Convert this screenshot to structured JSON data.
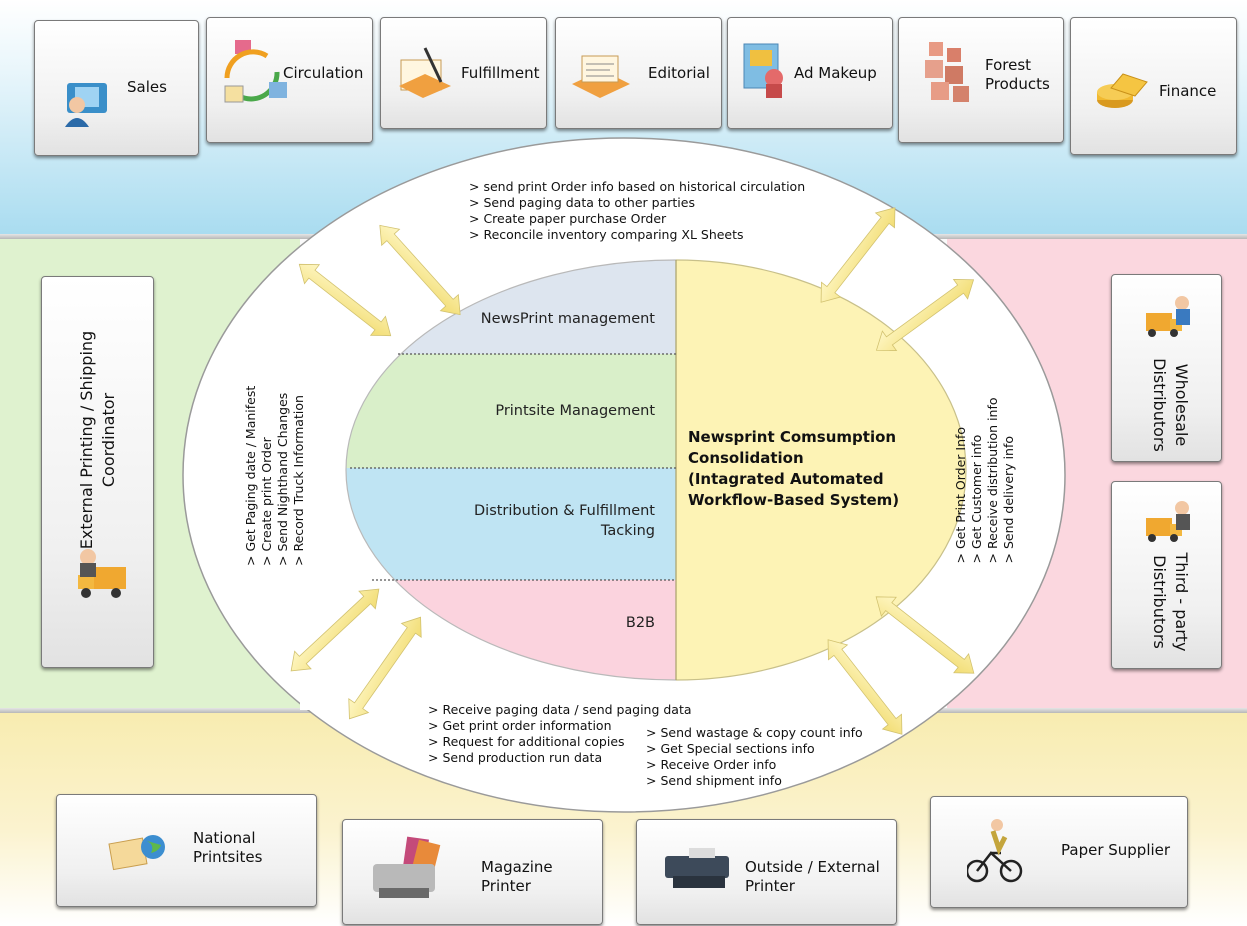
{
  "top_departments": [
    "Sales",
    "Circulation",
    "Fulfillment",
    "Editorial",
    "Ad Makeup",
    "Forest Products",
    "Finance"
  ],
  "left_party": "External Printing / Shipping Coordinator",
  "right_parties": [
    "Wholesale Distributors",
    "Third - party Distributors"
  ],
  "bottom_parties": [
    "National Printsites",
    "Magazine Printer",
    "Outside / External Printer",
    "Paper Supplier"
  ],
  "modules": [
    "NewsPrint management",
    "Printsite Management",
    "Distribution & Fulfillment Tacking",
    "B2B"
  ],
  "core_system": "Newsprint Comsumption Consolidation (Intagrated Automated Workflow-Based System)",
  "top_notes": [
    "> send print Order info based on historical circulation",
    "> Send paging data to other parties",
    "> Create paper purchase Order",
    "> Reconcile inventory comparing XL Sheets"
  ],
  "left_notes": [
    "> Get Paging date / Manifest",
    "> Create print Order",
    "> Send Nighthand Changes",
    "> Record Truck Information"
  ],
  "right_notes": [
    "> Get Print Order Info",
    "> Get Customer info",
    "> Receive distribution info",
    "> Send delivery info"
  ],
  "bottom_notes_left": [
    "> Receive paging data / send paging data",
    "> Get print order information",
    "> Request for additional copies",
    "> Send production run data"
  ],
  "bottom_notes_right": [
    "> Send wastage & copy count info",
    "> Get Special sections info",
    "> Receive Order info",
    "> Send shipment info"
  ],
  "colors": {
    "top_band": "#a9dcf0",
    "left_band": "#dff2cf",
    "right_band": "#fbd7df",
    "bottom_band": "#f8ecb0",
    "module_newsprint": "#dde5ef",
    "module_printsite": "#d9efc9",
    "module_distribution": "#bfe4f3",
    "module_b2b": "#fbd3de",
    "core": "#fdf3b5",
    "arrow": "#f3e48a"
  },
  "icons": [
    "sales-icon",
    "circulation-icon",
    "fulfillment-icon",
    "editorial-icon",
    "ad-makeup-icon",
    "forest-products-icon",
    "finance-icon",
    "coordinator-truck-icon",
    "wholesale-icon",
    "third-party-icon",
    "printsites-icon",
    "magazine-printer-icon",
    "external-printer-icon",
    "paper-supplier-icon"
  ]
}
